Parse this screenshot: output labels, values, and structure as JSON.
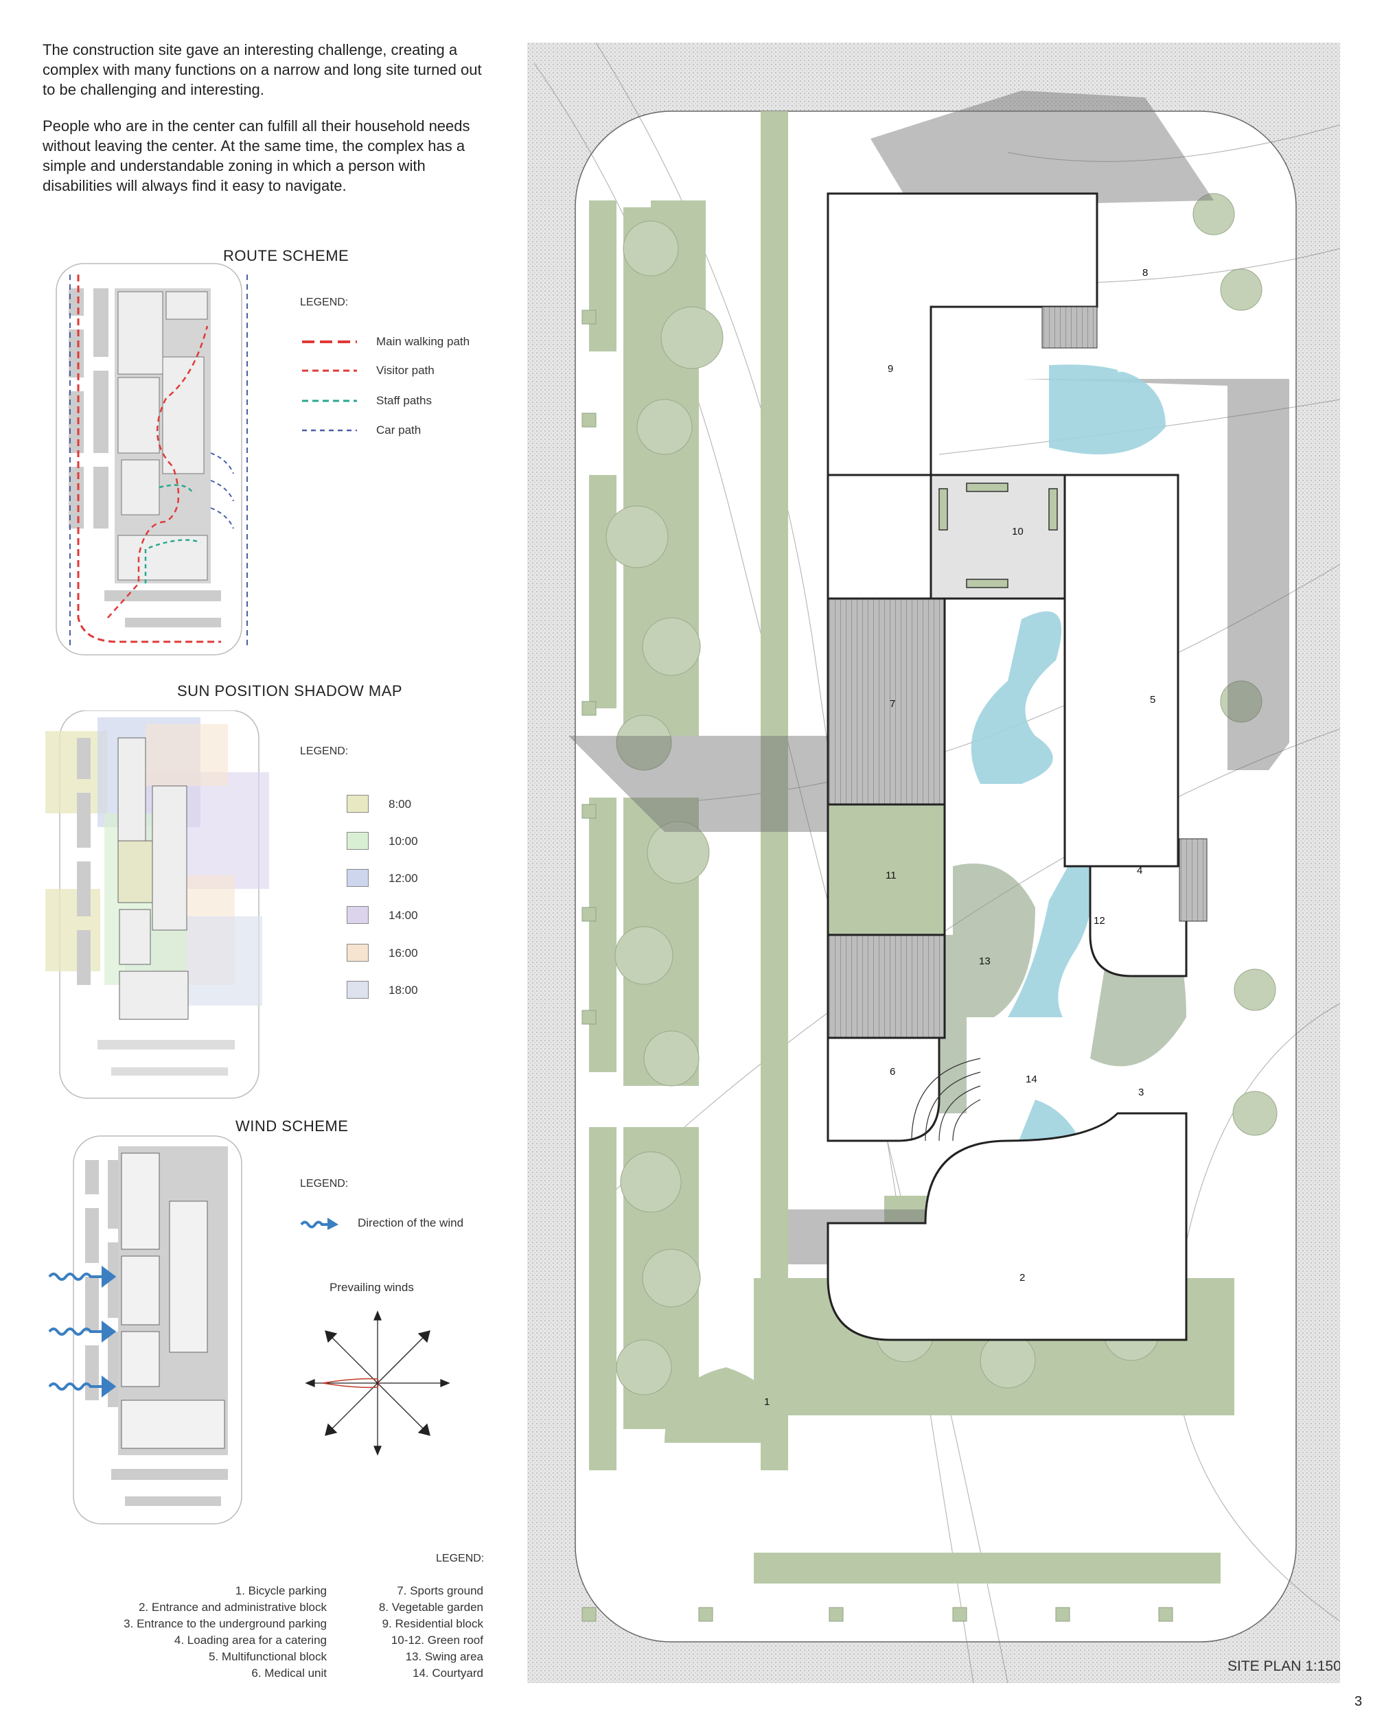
{
  "intro": {
    "paragraph_1": "The construction site gave an interesting challenge, creating a complex with many functions on a narrow and long site turned out to be challenging and interesting.",
    "paragraph_2": "People who are in the center can fulfill all their household needs without leaving the center. At the same time, the complex has a simple and understandable zoning in which a person with disabilities will always find it easy to navigate."
  },
  "route_scheme": {
    "title": "ROUTE SCHEME",
    "legend_title": "LEGEND:",
    "items": [
      {
        "label": "Main walking path",
        "color": "#e03a3a"
      },
      {
        "label": "Visitor path",
        "color": "#e03a3a"
      },
      {
        "label": "Staff paths",
        "color": "#2aa890"
      },
      {
        "label": "Car path",
        "color": "#4a5fa8"
      }
    ]
  },
  "sun_map": {
    "title": "SUN POSITION SHADOW MAP",
    "legend_title": "LEGEND:",
    "items": [
      {
        "label": "8:00",
        "color": "#e8e9c2"
      },
      {
        "label": "10:00",
        "color": "#d9efd3"
      },
      {
        "label": "12:00",
        "color": "#cdd6ec"
      },
      {
        "label": "14:00",
        "color": "#dcd4ec"
      },
      {
        "label": "16:00",
        "color": "#f6e4d0"
      },
      {
        "label": "18:00",
        "color": "#dde2ee"
      }
    ]
  },
  "wind_scheme": {
    "title": "WIND SCHEME",
    "legend_title": "LEGEND:",
    "direction_label": "Direction of the wind",
    "prevailing_label": "Prevailing winds",
    "arrow_color": "#3b7fc2"
  },
  "blocks_legend": {
    "title": "LEGEND:",
    "left": [
      "1. Bicycle parking",
      "2. Entrance and administrative block",
      "3. Entrance to the underground parking",
      "4. Loading area for a catering",
      "5. Multifunctional block",
      "6. Medical unit"
    ],
    "right": [
      "7. Sports ground",
      "8. Vegetable garden",
      "9. Residential block",
      "10-12. Green roof",
      "13. Swing area",
      "14. Courtyard"
    ]
  },
  "site_plan": {
    "title": "SITE PLAN 1:150",
    "zones": [
      "1",
      "2",
      "3",
      "4",
      "5",
      "6",
      "7",
      "8",
      "9",
      "10",
      "11",
      "12",
      "13",
      "14"
    ]
  },
  "page_number": "3",
  "colors": {
    "green": "#b9c9a8",
    "dark_green": "#8ea283",
    "water": "#9fd3df",
    "shadow": "#7d7d7d",
    "building": "#ffffff"
  }
}
